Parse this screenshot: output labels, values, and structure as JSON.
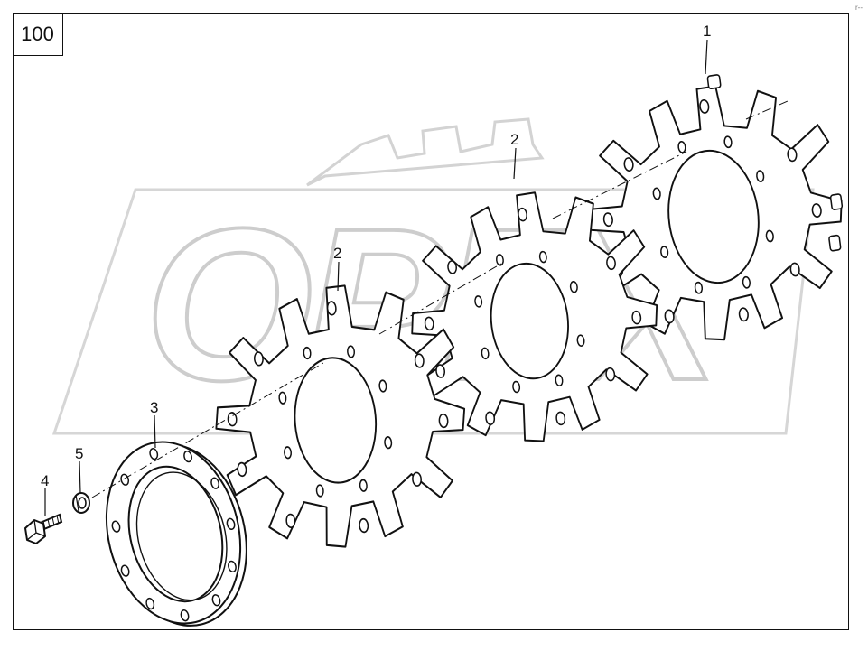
{
  "page_number": "100",
  "corner_mark": "r--",
  "watermark": "OPEX",
  "colors": {
    "line": "#111111",
    "watermark": "#c8c8c8",
    "background": "#ffffff"
  },
  "callouts": {
    "part_1": "1",
    "part_2_rear": "2",
    "part_2_front": "2",
    "part_3": "3",
    "part_4": "4",
    "part_5": "5"
  }
}
